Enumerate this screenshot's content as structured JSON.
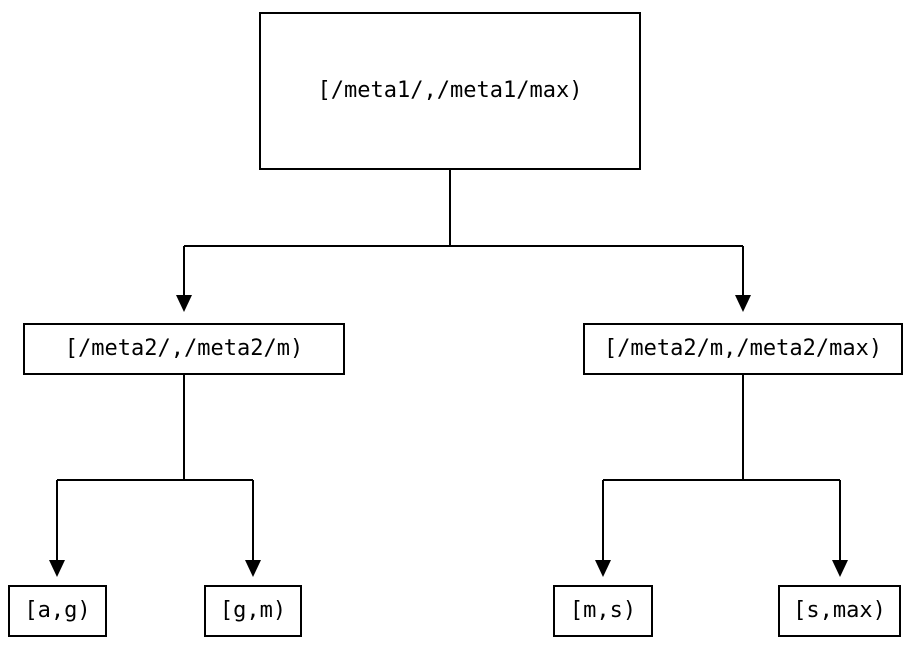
{
  "diagram": {
    "type": "tree",
    "nodes": {
      "root": {
        "label": "[/meta1/,/meta1/max)"
      },
      "left": {
        "label": "[/meta2/,/meta2/m)"
      },
      "right": {
        "label": "[/meta2/m,/meta2/max)"
      },
      "leaf_ag": {
        "label": "[a,g)"
      },
      "leaf_gm": {
        "label": "[g,m)"
      },
      "leaf_ms": {
        "label": "[m,s)"
      },
      "leaf_smax": {
        "label": "[s,max)"
      }
    },
    "edges": [
      {
        "from": "root",
        "to": "left"
      },
      {
        "from": "root",
        "to": "right"
      },
      {
        "from": "left",
        "to": "leaf_ag"
      },
      {
        "from": "left",
        "to": "leaf_gm"
      },
      {
        "from": "right",
        "to": "leaf_ms"
      },
      {
        "from": "right",
        "to": "leaf_smax"
      }
    ],
    "colors": {
      "background": "#ffffff",
      "box_fill": "#ffffff",
      "box_border": "#000000",
      "line": "#000000",
      "text": "#000000"
    }
  }
}
